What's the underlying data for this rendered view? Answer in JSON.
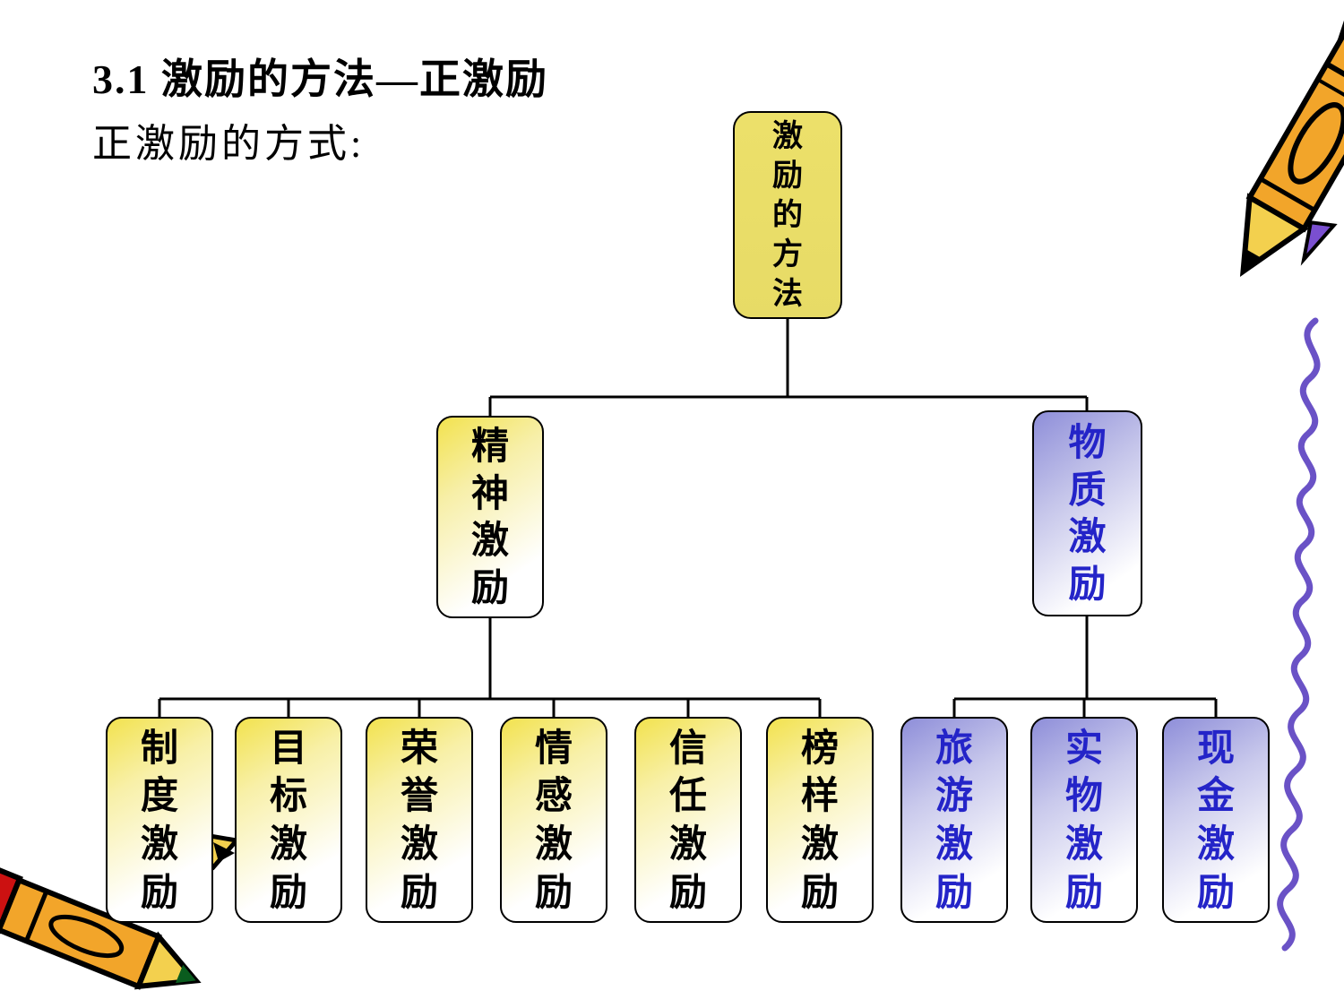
{
  "slide": {
    "title": "3.1 激励的方法—正激励",
    "subtitle": "正激励的方式:"
  },
  "tree": {
    "root": {
      "label": "激励的方法"
    },
    "branches": [
      {
        "label": "精神激励",
        "theme": "yellow",
        "children": [
          "制度激励",
          "目标激励",
          "荣誉激励",
          "情感激励",
          "信任激励",
          "榜样激励"
        ]
      },
      {
        "label": "物质激励",
        "theme": "purple",
        "children": [
          "旅游激励",
          "实物激励",
          "现金激励"
        ]
      }
    ]
  },
  "icons": {
    "decorations": [
      "pencil-clipart-top-right",
      "pencil-clipart-bottom-left",
      "purple-squiggle-line",
      "kite-decoration"
    ]
  },
  "colors": {
    "root_fill": "#ece06a",
    "yellow_grad_start": "#f2e24e",
    "purple_grad_start": "#8e8ed9",
    "purple_text": "#2424c8",
    "line_color": "#000000",
    "squiggle_color": "#6a52c6",
    "pencil_orange": "#f2a52a",
    "pencil_yellow": "#f3d04e"
  }
}
